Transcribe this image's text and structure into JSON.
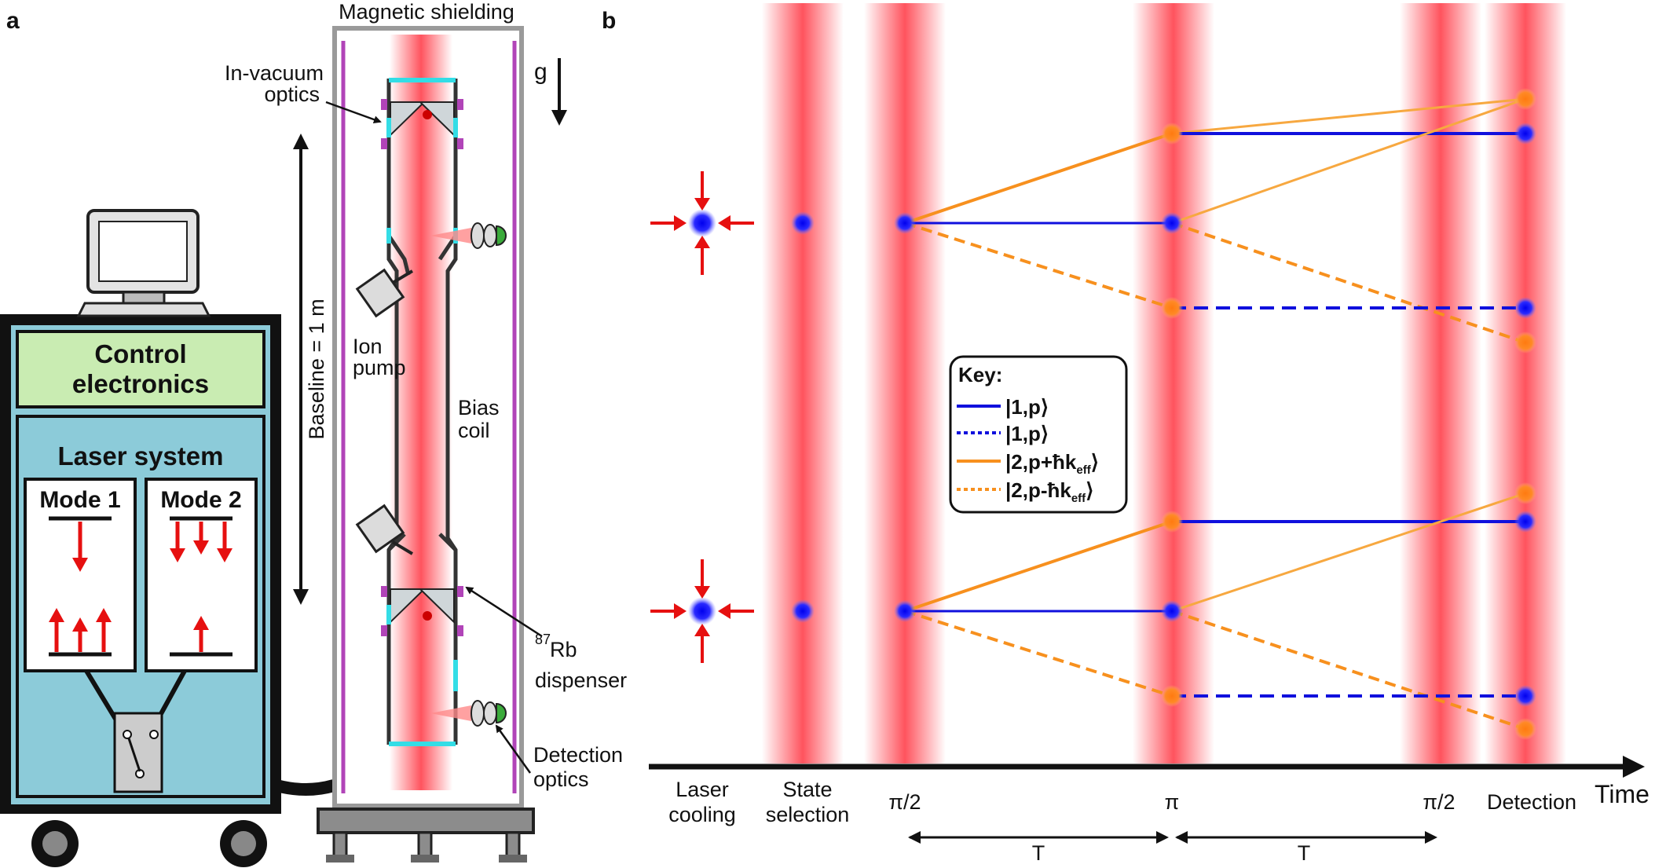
{
  "panel_a": {
    "label": "a",
    "magnetic_shielding": "Magnetic shielding",
    "in_vacuum_optics_1": "In-vacuum",
    "in_vacuum_optics_2": "optics",
    "gravity": "g",
    "baseline": "Baseline = 1 m",
    "ion_pump_1": "Ion",
    "ion_pump_2": "pump",
    "bias_coil_1": "Bias",
    "bias_coil_2": "coil",
    "dispenser_sup": "87",
    "dispenser_1": "Rb",
    "dispenser_2": "dispenser",
    "detection_optics_1": "Detection",
    "detection_optics_2": "optics",
    "control_1": "Control",
    "control_2": "electronics",
    "laser_system": "Laser system",
    "mode1": "Mode 1",
    "mode2": "Mode 2"
  },
  "panel_b": {
    "label": "b",
    "time_axis": "Time",
    "pulses": {
      "laser_cooling_1": "Laser",
      "laser_cooling_2": "cooling",
      "state_selection_1": "State",
      "state_selection_2": "selection",
      "pi_half_1": "π/2",
      "pi": "π",
      "pi_half_2": "π/2",
      "detection": "Detection"
    },
    "interval_T": "T",
    "key": {
      "title": "Key:",
      "item1": "|1,p⟩",
      "item2": "|1,p⟩",
      "item3_main": "|2,p+ħk",
      "item3_sub": "eff",
      "item3_end": "⟩",
      "item4_main": "|2,p-ħk",
      "item4_sub": "eff",
      "item4_end": "⟩"
    }
  },
  "colors": {
    "beam_red": "#ff4a55",
    "state_blue": "#1010dd",
    "state_orange": "#f7901e",
    "cabinet_blue": "#8ccbd9",
    "control_green": "#c9ecb2",
    "coil_magenta": "#b144b8",
    "window_cyan": "#33dde6"
  }
}
